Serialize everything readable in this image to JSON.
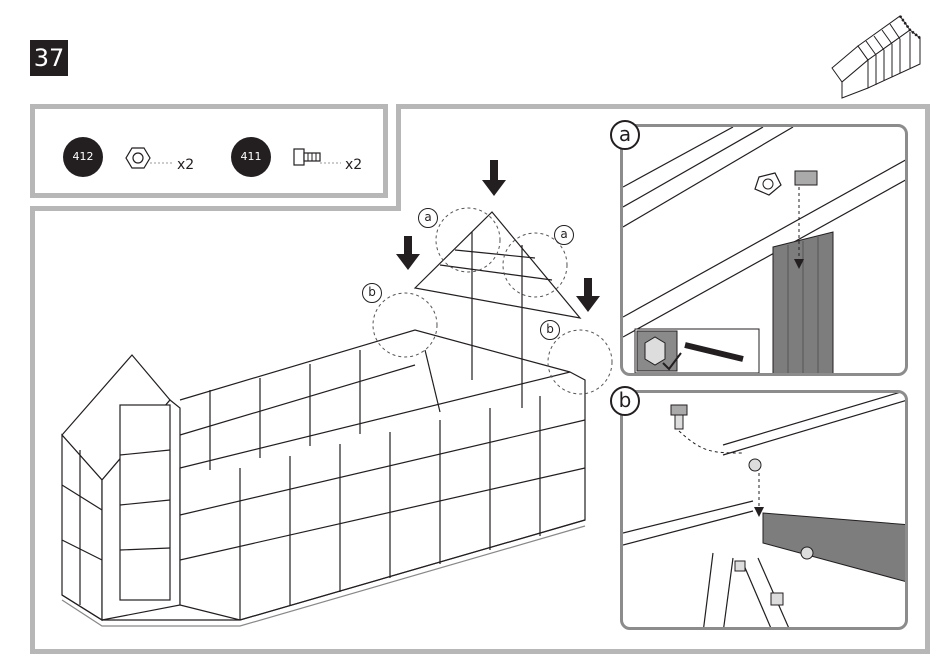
{
  "step": {
    "number": "37"
  },
  "parts": [
    {
      "id": "412",
      "icon": "nut-icon",
      "qty": "x2"
    },
    {
      "id": "411",
      "icon": "bolt-icon",
      "qty": "x2"
    }
  ],
  "details": [
    {
      "label": "a"
    },
    {
      "label": "b"
    }
  ],
  "callouts": {
    "a": "a",
    "b": "b"
  },
  "colors": {
    "frame": "#b7b7b7",
    "ink": "#231f20",
    "panel_fill": "#7d7d7d"
  }
}
